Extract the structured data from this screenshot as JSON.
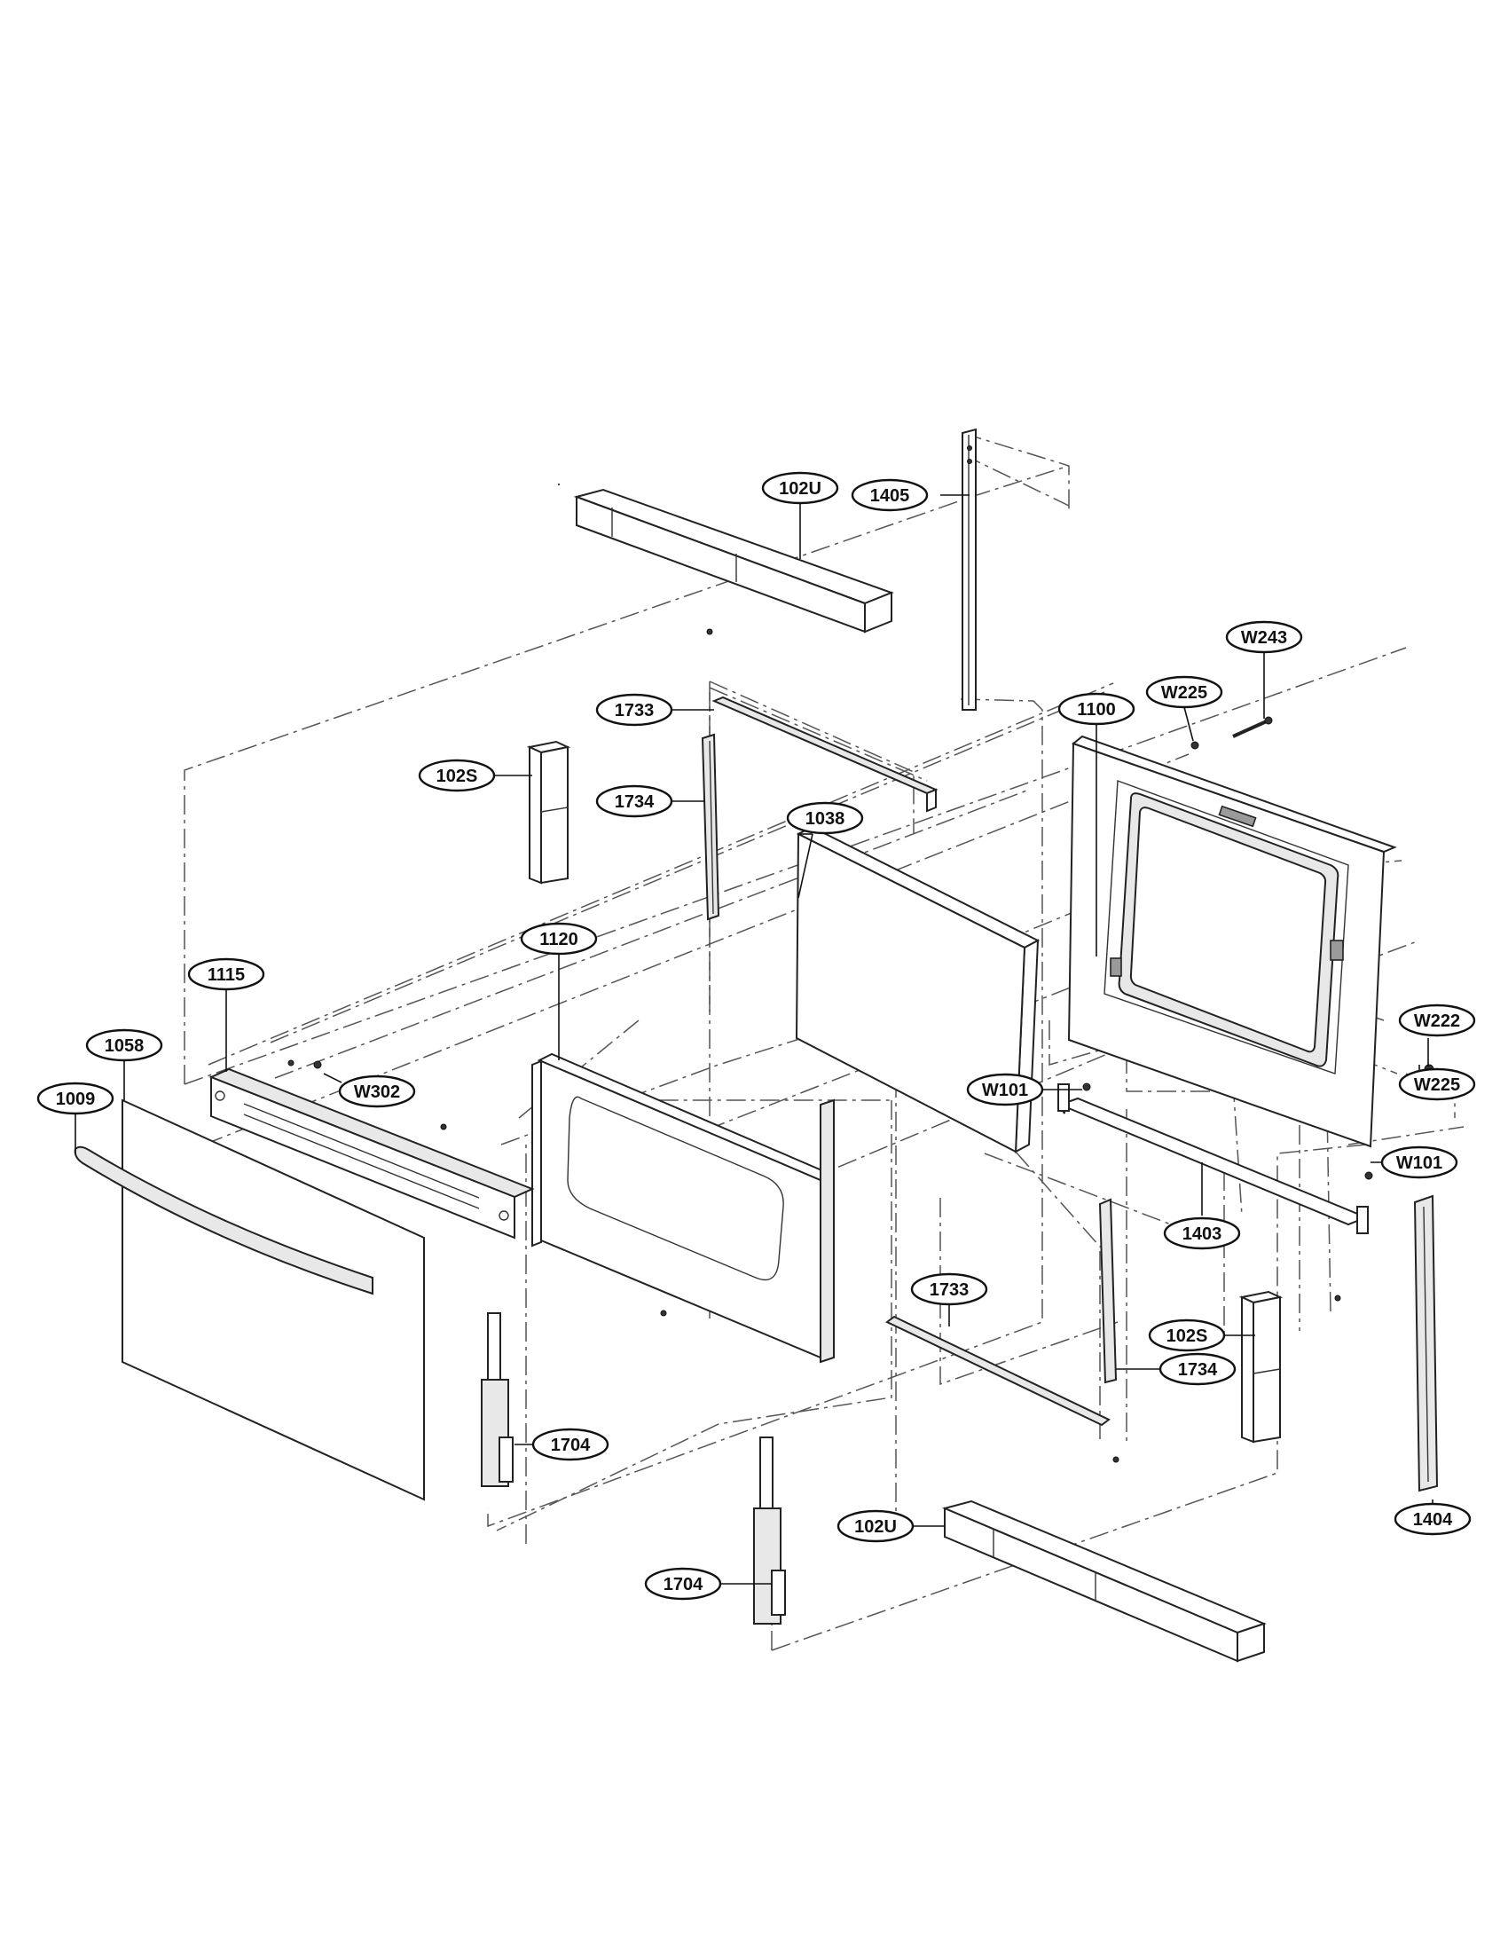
{
  "callouts": [
    {
      "id": "c-102u-top",
      "text": "102U"
    },
    {
      "id": "c-1405",
      "text": "1405"
    },
    {
      "id": "c-w243",
      "text": "W243"
    },
    {
      "id": "c-w225-top",
      "text": "W225"
    },
    {
      "id": "c-1100",
      "text": "1100"
    },
    {
      "id": "c-1733-top",
      "text": "1733"
    },
    {
      "id": "c-102s-left",
      "text": "102S"
    },
    {
      "id": "c-1734-top",
      "text": "1734"
    },
    {
      "id": "c-1038",
      "text": "1038"
    },
    {
      "id": "c-1120",
      "text": "1120"
    },
    {
      "id": "c-w222",
      "text": "W222"
    },
    {
      "id": "c-1115",
      "text": "1115"
    },
    {
      "id": "c-1058",
      "text": "1058"
    },
    {
      "id": "c-w302",
      "text": "W302"
    },
    {
      "id": "c-1009",
      "text": "1009"
    },
    {
      "id": "c-w101-mid",
      "text": "W101"
    },
    {
      "id": "c-w225-right",
      "text": "W225"
    },
    {
      "id": "c-w101-right",
      "text": "W101"
    },
    {
      "id": "c-1403",
      "text": "1403"
    },
    {
      "id": "c-1733-bottom",
      "text": "1733"
    },
    {
      "id": "c-102s-right",
      "text": "102S"
    },
    {
      "id": "c-1734-bottom",
      "text": "1734"
    },
    {
      "id": "c-1704-left",
      "text": "1704"
    },
    {
      "id": "c-102u-bottom",
      "text": "102U"
    },
    {
      "id": "c-1404",
      "text": "1404"
    },
    {
      "id": "c-1704-bottom",
      "text": "1704"
    }
  ]
}
